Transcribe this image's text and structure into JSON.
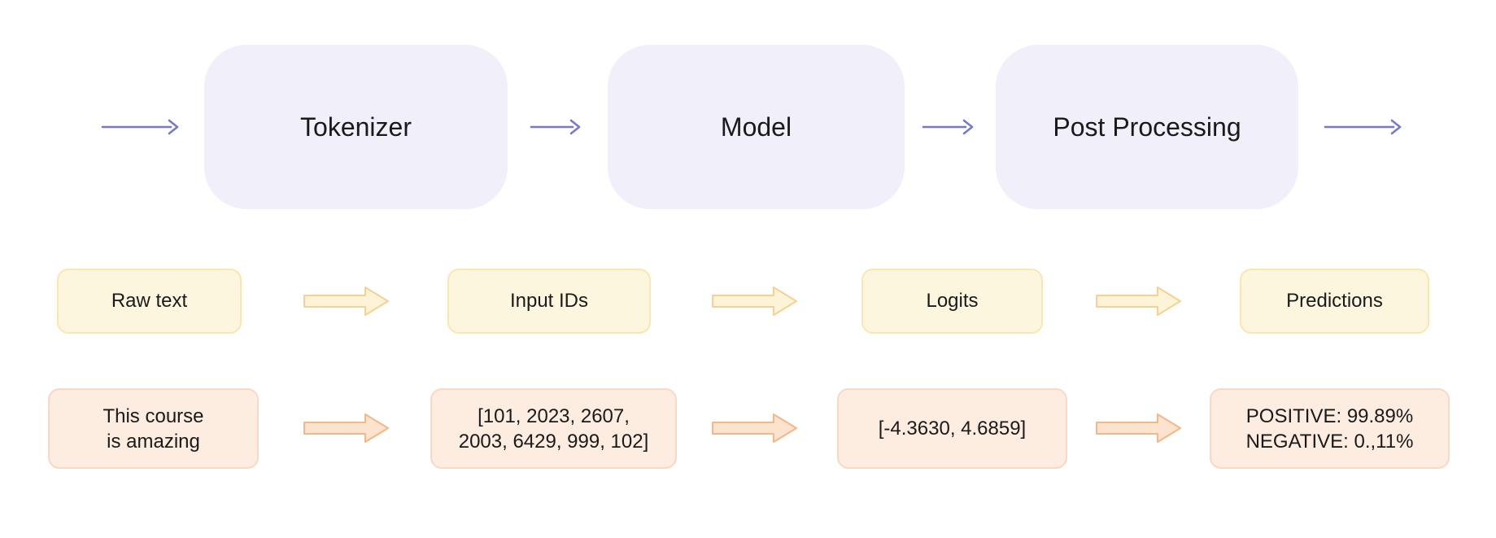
{
  "diagram": {
    "title_hint": "nlp-pipeline-flow",
    "stages": [
      {
        "label": "Tokenizer"
      },
      {
        "label": "Model"
      },
      {
        "label": "Post Processing"
      }
    ],
    "artifacts": [
      {
        "label": "Raw text"
      },
      {
        "label": "Input IDs"
      },
      {
        "label": "Logits"
      },
      {
        "label": "Predictions"
      }
    ],
    "examples": [
      {
        "lines": [
          "This course",
          "is amazing"
        ]
      },
      {
        "lines": [
          "[101, 2023, 2607,",
          "2003, 6429, 999, 102]"
        ]
      },
      {
        "lines": [
          "[-4.3630, 4.6859]"
        ]
      },
      {
        "lines": [
          "POSITIVE: 99.89%",
          "NEGATIVE: 0.,11%"
        ]
      }
    ],
    "colors": {
      "stage_box_bg": "#f1effa",
      "flow_arrow": "#7579d2",
      "data_box_bg": "#fdf6de",
      "data_box_border": "#f9e6b0",
      "data_arrow_fill": "#fdf4d7",
      "data_arrow_border": "#f6d193",
      "example_box_bg": "#fdece0",
      "example_box_border": "#f9d9c2",
      "example_arrow_fill": "#fce3cd",
      "example_arrow_border": "#f2b888",
      "text": "#1a1a1a"
    }
  }
}
